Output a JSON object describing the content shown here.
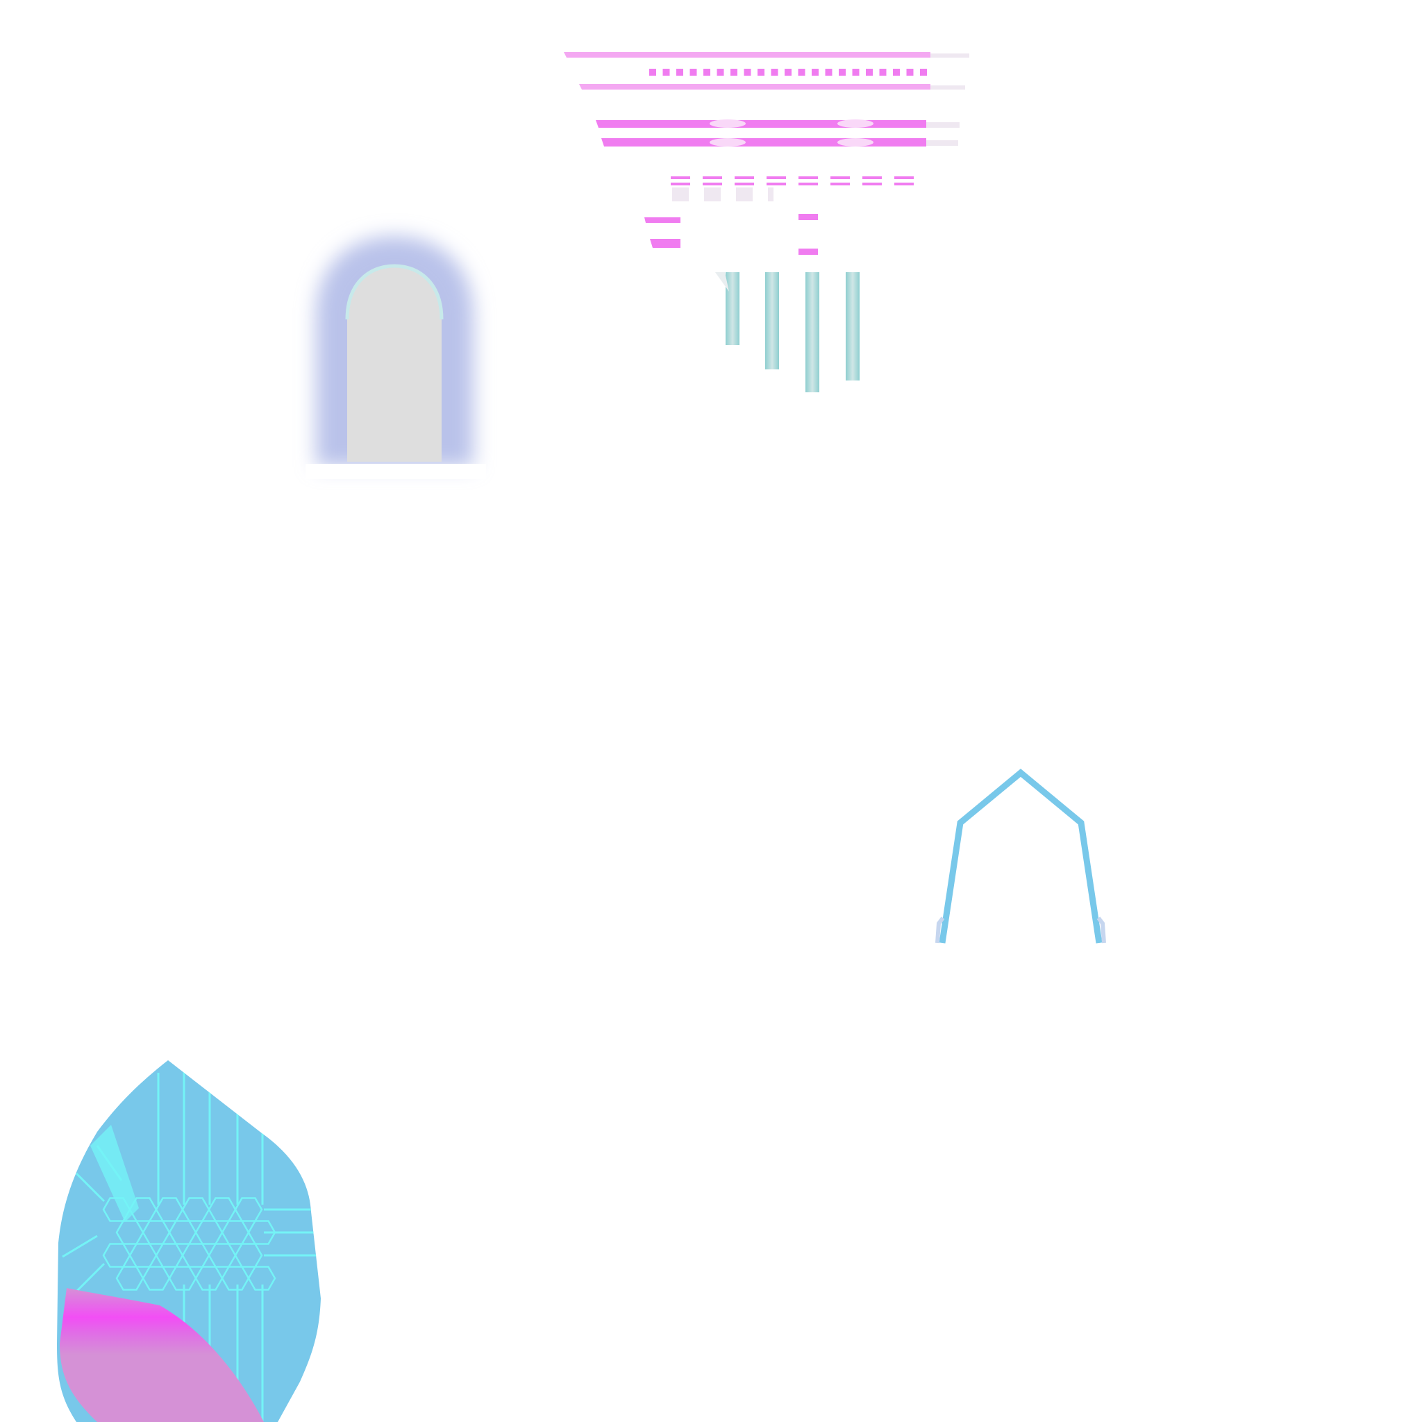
{
  "sheet": {
    "kind": "texture-atlas",
    "background": "#ffffff",
    "sprites": [
      {
        "name": "pink-scanline-bars",
        "icon": "scanline-bars-icon"
      },
      {
        "name": "arched-doorway",
        "icon": "arched-doorway-icon"
      },
      {
        "name": "striped-shield-banner",
        "icon": "striped-banner-icon"
      },
      {
        "name": "hex-outline-arch",
        "icon": "hex-arch-icon"
      },
      {
        "name": "circuit-leaf",
        "icon": "circuit-leaf-icon"
      }
    ]
  },
  "colors": {
    "neon_pink": "#f07cf0",
    "neon_pink_light": "#f4a8f2",
    "hot_magenta": "#f24ef5",
    "orchid": "#d591d6",
    "sky_blue": "#78c8ea",
    "cyan_line": "#74f3f6",
    "teal_stripe": "#8fcfd0",
    "arch_fill": "#dedede",
    "arch_glow": "#b9c2ea",
    "pale_lilac": "#efe8f1"
  }
}
